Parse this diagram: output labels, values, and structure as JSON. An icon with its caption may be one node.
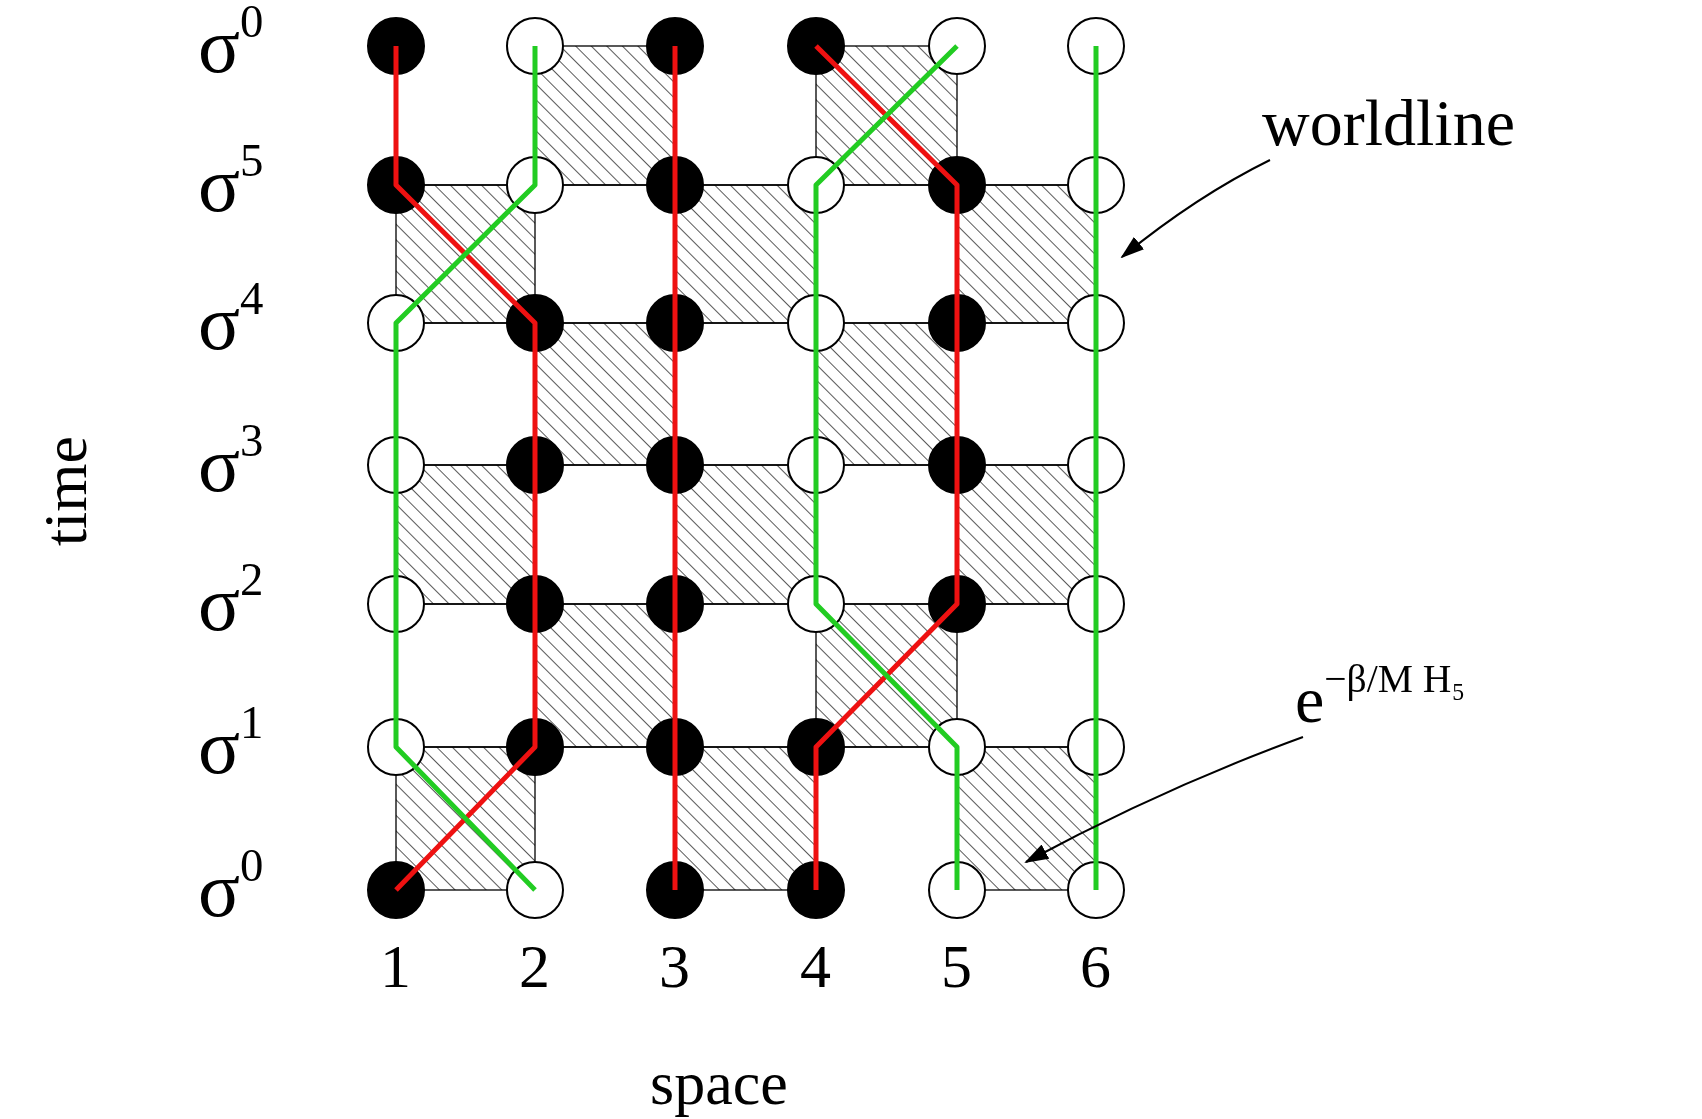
{
  "diagram": {
    "nodes": [
      {
        "text": [
          "worldline"
        ]
      },
      {
        "text": [
          "e$^{−β/M H₅}$"
        ]
      }
    ],
    "edges": [
      {
        "from": 0,
        "to": null,
        "arrow": "to"
      },
      {
        "from": 1,
        "to": null,
        "arrow": "to"
      }
    ],
    "labels": [
      "σ$^{0}$",
      "σ$^{5}$",
      "σ$^{4}$",
      "σ$^{3}$",
      "σ$^{2}$",
      "σ$^{1}$",
      "σ$^{0}$",
      "time",
      "1",
      "2",
      "3",
      "4",
      "5",
      "6",
      "space"
    ]
  }
}
